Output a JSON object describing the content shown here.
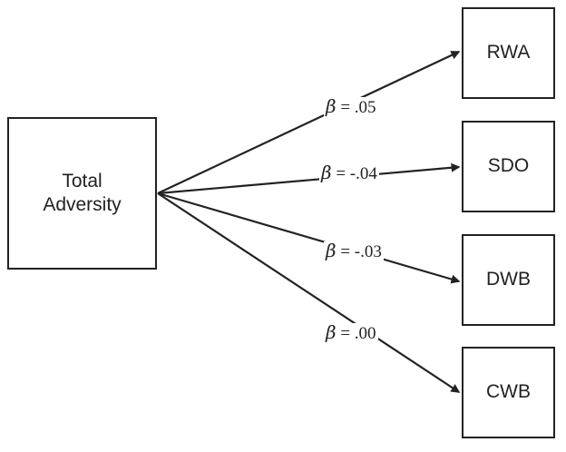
{
  "source": {
    "line1": "Total",
    "line2": "Adversity"
  },
  "targets": [
    {
      "label": "RWA"
    },
    {
      "label": "SDO"
    },
    {
      "label": "DWB"
    },
    {
      "label": "CWB"
    }
  ],
  "paths": [
    {
      "symbol": "β",
      "text": " = .05"
    },
    {
      "symbol": "β",
      "text": " = -.04"
    },
    {
      "symbol": "β",
      "text": " = -.03"
    },
    {
      "symbol": "β",
      "text": " = .00"
    }
  ],
  "colors": {
    "stroke": "#222222",
    "background": "#ffffff"
  }
}
